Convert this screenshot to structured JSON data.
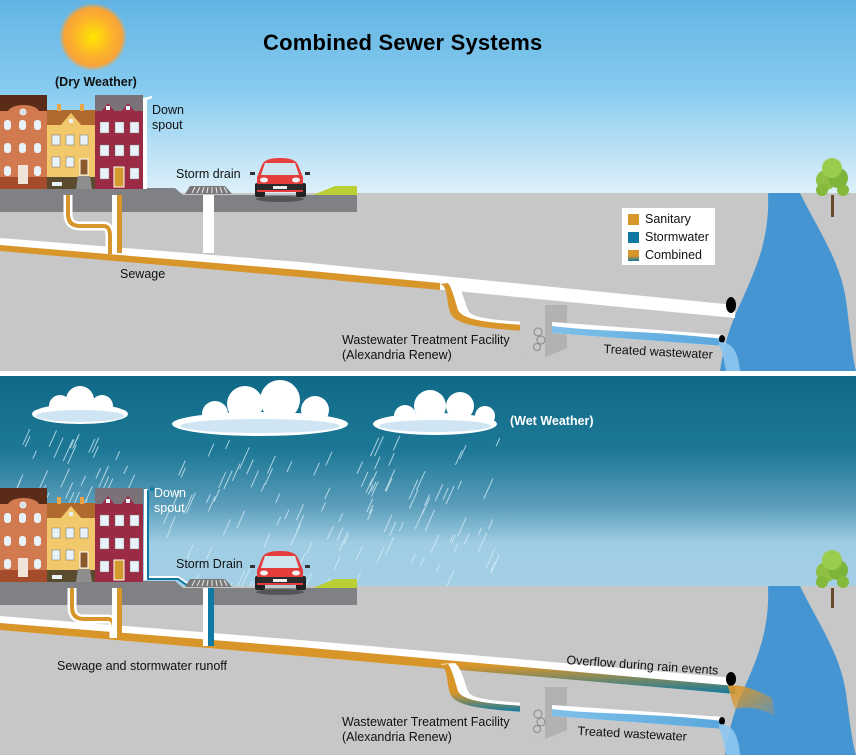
{
  "title": "Combined Sewer Systems",
  "colors": {
    "sanitary": "#d8952a",
    "stormwater": "#0e7aa3",
    "river": "#4695d3",
    "ground": "#c6c7c6",
    "street": "#808184",
    "dry_sky_top": "#6cb9e6",
    "wet_sky_top": "#146c87"
  },
  "dry": {
    "weather_label": "(Dry Weather)",
    "downspout_label": "Down\nspout",
    "downspout_line1": "Down",
    "downspout_line2": "spout",
    "storm_drain_label": "Storm drain",
    "sewage_label": "Sewage",
    "facility_line1": "Wastewater Treatment Facility",
    "facility_line2": "(Alexandria Renew)",
    "treated_label": "Treated wastewater",
    "icons": [
      "sun-icon",
      "houses-icon",
      "car-icon",
      "storm-drain-grate-icon",
      "tree-icon",
      "treatment-facility-icon",
      "outfall-pipe-icon"
    ]
  },
  "legend": {
    "items": [
      {
        "label": "Sanitary",
        "swatch": "sanitary"
      },
      {
        "label": "Stormwater",
        "swatch": "stormwater"
      },
      {
        "label": "Combined",
        "swatch": "combined"
      }
    ]
  },
  "wet": {
    "weather_label": "(Wet Weather)",
    "downspout_line1": "Down",
    "downspout_line2": "spout",
    "storm_drain_label": "Storm Drain",
    "runoff_label": "Sewage and stormwater runoff",
    "overflow_label": "Overflow during rain events",
    "facility_line1": "Wastewater Treatment Facility",
    "facility_line2": "(Alexandria Renew)",
    "treated_label": "Treated wastewater",
    "icons": [
      "cloud-icon",
      "rain-icon",
      "houses-icon",
      "car-icon",
      "storm-drain-grate-icon",
      "tree-icon",
      "treatment-facility-icon",
      "outfall-pipe-icon"
    ]
  }
}
